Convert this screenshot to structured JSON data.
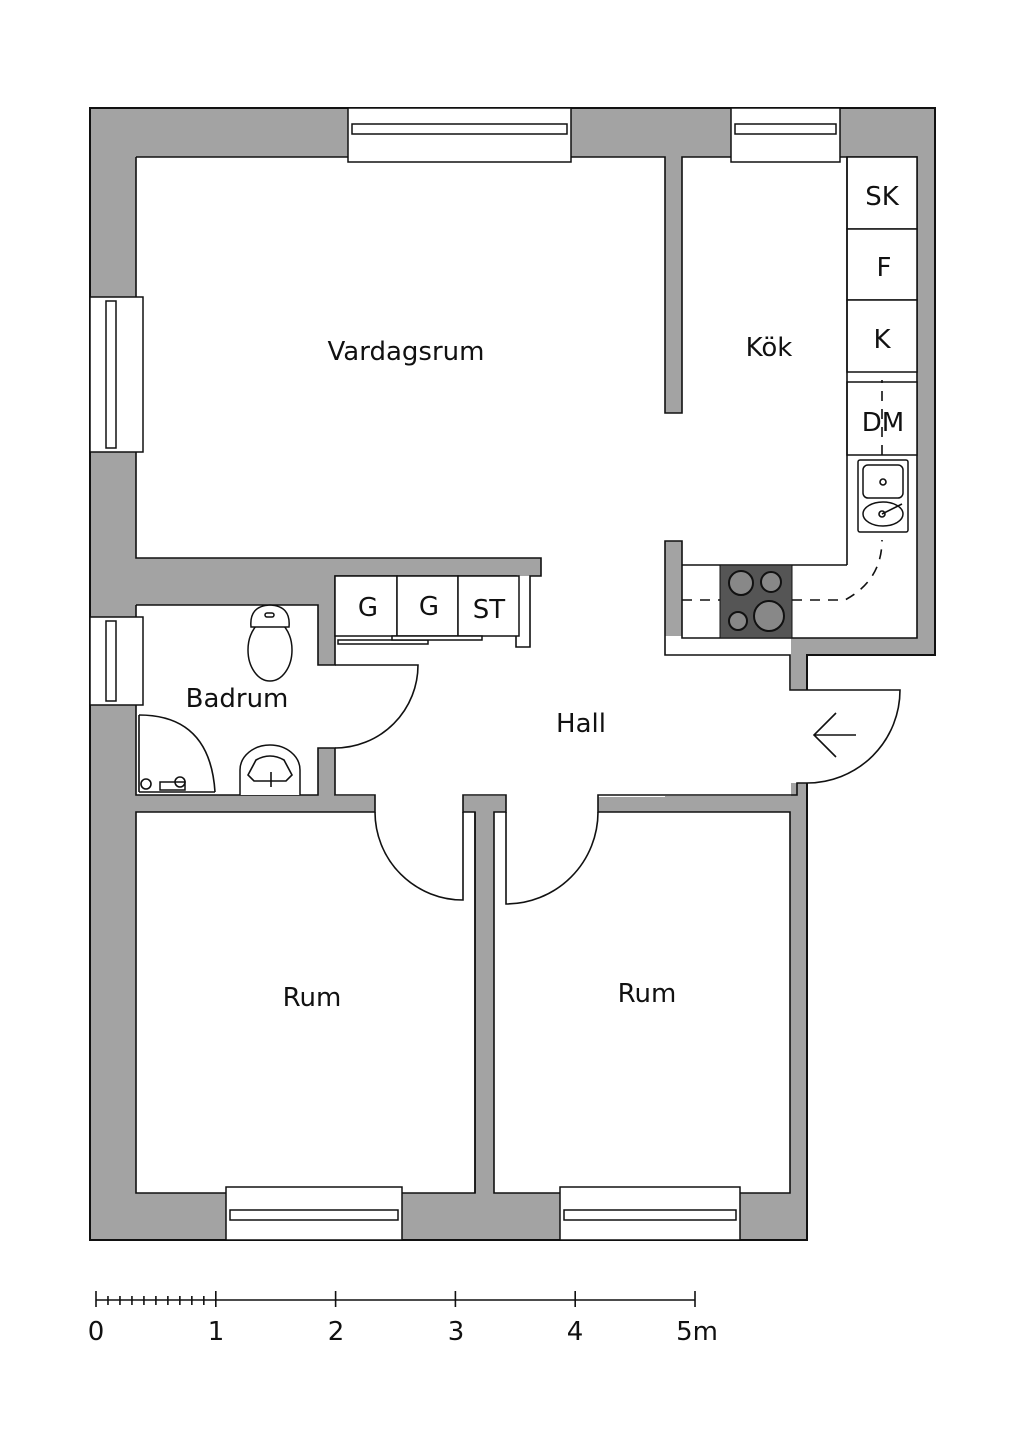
{
  "rooms": {
    "vardagsrum": "Vardagsrum",
    "kok": "Kök",
    "badrum": "Badrum",
    "hall": "Hall",
    "rum1": "Rum",
    "rum2": "Rum"
  },
  "cabinets": {
    "sk": "SK",
    "f": "F",
    "k": "K",
    "dm": "DM",
    "g1": "G",
    "g2": "G",
    "st": "ST"
  },
  "scale_bar": {
    "labels": [
      "0",
      "1",
      "2",
      "3",
      "4",
      "5m"
    ]
  },
  "colors": {
    "wall": "#a3a3a3",
    "stove": "#555555"
  }
}
